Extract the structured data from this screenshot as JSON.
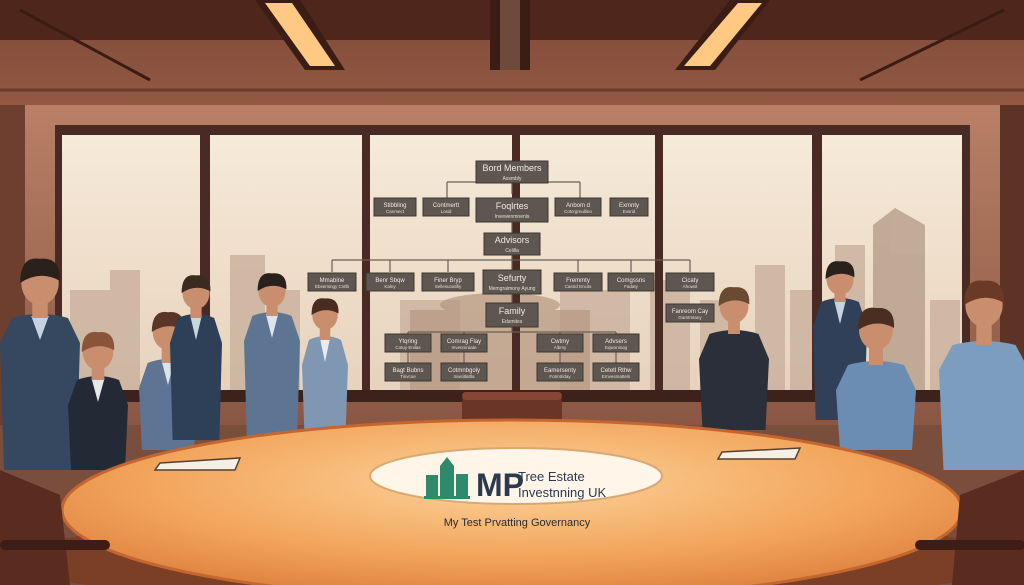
{
  "org_chart": {
    "top": {
      "title": "Bord Members",
      "sub": "Assmbly"
    },
    "row1": [
      {
        "title": "Stibbling",
        "sub": "Canmect"
      },
      {
        "title": "Contmertt",
        "sub": "Losid"
      },
      {
        "title": "Foqlrtes",
        "sub": "Invewenmnenls"
      },
      {
        "title": "Anbom d",
        "sub": "Cotcrgrnullino"
      },
      {
        "title": "Exmnty",
        "sub": "Evsrid"
      }
    ],
    "advisors": {
      "title": "Advisors",
      "sub": "Celilla"
    },
    "row2": [
      {
        "title": "Mmabine",
        "sub": "Ebsemingy Cntlb"
      },
      {
        "title": "Benr Sbqw",
        "sub": "Kalny"
      },
      {
        "title": "Finer Bryp",
        "sub": "Sellesunatifiy"
      },
      {
        "title": "Sefurty",
        "sub": "Memgraimony Ayung"
      },
      {
        "title": "Fremmty",
        "sub": "Castrd Encits"
      },
      {
        "title": "Comgssns",
        "sub": "Fadaty"
      },
      {
        "title": "Cicaty",
        "sub": "Ahowst"
      }
    ],
    "family": {
      "title": "Family",
      "sub": "Edsmites"
    },
    "row2_right": {
      "title": "Fanreom Cay",
      "sub": "Garstmtany"
    },
    "row3": [
      {
        "title": "Ytqring",
        "sub": "Cotuy Enilas"
      },
      {
        "title": "Comrag Flay",
        "sub": "Invenmraate"
      },
      {
        "title": "Cwtmy",
        "sub": "Albmy"
      },
      {
        "title": "Advsers",
        "sub": "Eqwonisog"
      }
    ],
    "row4": [
      {
        "title": "Bagt Bubns",
        "sub": "Tinvcoe"
      },
      {
        "title": "Cotmnbgoly",
        "sub": "Inwsitlattla"
      },
      {
        "title": "Eamersenty",
        "sub": "Fotmtriday"
      },
      {
        "title": "Cetetl Rthw",
        "sub": "Emvesmattels"
      }
    ]
  },
  "logo": {
    "letters": "MP",
    "line1": "Tree Estate",
    "line2": "Investnning UK",
    "tagline": "My Test Prvatting Governancy"
  },
  "colors": {
    "ceiling": "#6b3b2a",
    "wall": "#a9705a",
    "window_frame": "#4a2a24",
    "sky": "#f1e2cf",
    "city": "#c9b3a0",
    "table": "#f0a35c",
    "table_center": "#fdd9a8",
    "box": "#5e5650",
    "suit": "#35485f",
    "suit_light": "#5d7593",
    "skin": "#c98e6e",
    "hair": "#2a211c"
  }
}
